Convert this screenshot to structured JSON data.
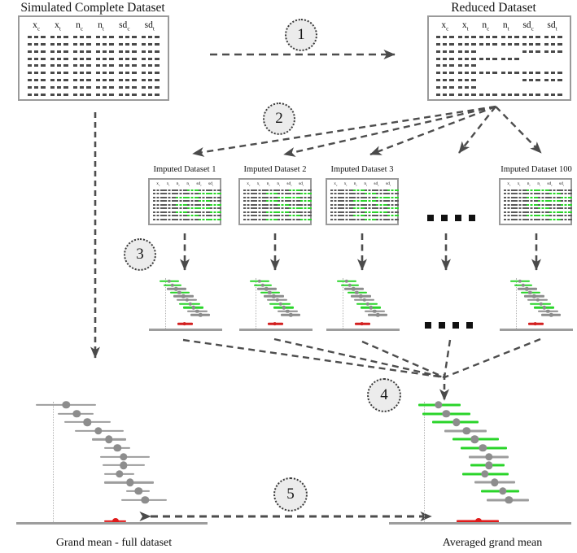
{
  "figure": {
    "type": "flowchart-diagram",
    "description": "Multiple imputation meta-analysis simulation workflow"
  },
  "titles": {
    "simulated_complete": "Simulated Complete Dataset",
    "reduced": "Reduced Dataset",
    "imputed_1": "Imputed Dataset 1",
    "imputed_2": "Imputed Dataset 2",
    "imputed_3": "Imputed Dataset 3",
    "imputed_100": "Imputed Dataset 100",
    "grand_mean_full": "Grand mean - full dataset",
    "averaged_grand_mean": "Averaged grand mean"
  },
  "steps": {
    "s1": "1",
    "s2": "2",
    "s3": "3",
    "s4": "4",
    "s5": "5"
  },
  "table_headers": {
    "columns": [
      "x",
      "x",
      "n",
      "n",
      "sd",
      "sd"
    ],
    "subscripts": [
      "c",
      "t",
      "c",
      "t",
      "c",
      "t"
    ],
    "labels": [
      "xc",
      "xt",
      "nc",
      "nt",
      "sdc",
      "sdt"
    ]
  },
  "colors": {
    "imputed_green": "#2ad42a",
    "observed_gray": "#8d8d8d",
    "summary_red": "#e01b1b",
    "dash_arrow": "#4d4d4d",
    "table_border": "#9a9a9a",
    "circle_fill": "#ececec",
    "baseline": "#9d9d9d"
  },
  "ellipsis": {
    "dots": 4,
    "glyph": "square"
  },
  "tables": {
    "complete_rows": 9,
    "complete_missing": [],
    "reduced_rows": 9,
    "reduced_missing": [
      [
        false,
        false,
        false,
        false,
        false,
        false
      ],
      [
        false,
        false,
        false,
        false,
        false,
        false
      ],
      [
        false,
        false,
        true,
        true,
        false,
        false
      ],
      [
        false,
        false,
        false,
        false,
        true,
        true
      ],
      [
        false,
        false,
        true,
        true,
        true,
        true
      ],
      [
        false,
        false,
        false,
        false,
        false,
        false
      ],
      [
        false,
        false,
        true,
        true,
        false,
        false
      ],
      [
        false,
        false,
        true,
        true,
        true,
        true
      ],
      [
        false,
        false,
        false,
        false,
        false,
        false
      ]
    ],
    "imputed_rows": 9,
    "imputed_cols": 6
  },
  "chart_data": [
    {
      "type": "forest",
      "name": "imputed-forest-small",
      "n_studies": 10,
      "summary": {
        "label": "pooled",
        "color": "#d32020",
        "marker": "square"
      },
      "rows": [
        {
          "effect": 0.1,
          "lo": -0.12,
          "hi": 0.34,
          "ci_color": "#2ad42a"
        },
        {
          "effect": 0.18,
          "lo": -0.04,
          "hi": 0.4,
          "ci_color": "#2ad42a"
        },
        {
          "effect": 0.26,
          "lo": 0.04,
          "hi": 0.5,
          "ci_color": "#8d8d8d"
        },
        {
          "effect": 0.34,
          "lo": 0.12,
          "hi": 0.58,
          "ci_color": "#2ad42a"
        },
        {
          "effect": 0.44,
          "lo": 0.2,
          "hi": 0.68,
          "ci_color": "#8d8d8d"
        },
        {
          "effect": 0.52,
          "lo": 0.28,
          "hi": 0.76,
          "ci_color": "#8d8d8d"
        },
        {
          "effect": 0.6,
          "lo": 0.34,
          "hi": 0.84,
          "ci_color": "#2ad42a"
        },
        {
          "effect": 0.68,
          "lo": 0.44,
          "hi": 0.92,
          "ci_color": "#2ad42a"
        },
        {
          "effect": 0.76,
          "lo": 0.52,
          "hi": 1.0,
          "ci_color": "#8d8d8d"
        },
        {
          "effect": 0.84,
          "lo": 0.6,
          "hi": 1.06,
          "ci_color": "#8d8d8d"
        }
      ],
      "summary_row": {
        "effect": 0.46,
        "lo": 0.3,
        "hi": 0.66
      }
    },
    {
      "type": "forest",
      "name": "grand-mean-full-dataset",
      "title": "Grand mean - full dataset",
      "n_studies": 12,
      "rows": [
        {
          "effect": 0.12,
          "lo": -0.16,
          "hi": 0.4,
          "ci_color": "#9d9d9d"
        },
        {
          "effect": 0.22,
          "lo": 0.04,
          "hi": 0.38,
          "ci_color": "#9d9d9d"
        },
        {
          "effect": 0.32,
          "lo": 0.1,
          "hi": 0.54,
          "ci_color": "#9d9d9d"
        },
        {
          "effect": 0.42,
          "lo": 0.2,
          "hi": 0.66,
          "ci_color": "#9d9d9d"
        },
        {
          "effect": 0.52,
          "lo": 0.36,
          "hi": 0.68,
          "ci_color": "#9d9d9d"
        },
        {
          "effect": 0.6,
          "lo": 0.48,
          "hi": 0.72,
          "ci_color": "#9d9d9d"
        },
        {
          "effect": 0.66,
          "lo": 0.44,
          "hi": 0.9,
          "ci_color": "#9d9d9d"
        },
        {
          "effect": 0.66,
          "lo": 0.46,
          "hi": 0.86,
          "ci_color": "#9d9d9d"
        },
        {
          "effect": 0.62,
          "lo": 0.48,
          "hi": 0.76,
          "ci_color": "#9d9d9d"
        },
        {
          "effect": 0.72,
          "lo": 0.48,
          "hi": 0.94,
          "ci_color": "#9d9d9d"
        },
        {
          "effect": 0.8,
          "lo": 0.68,
          "hi": 0.9,
          "ci_color": "#9d9d9d"
        },
        {
          "effect": 0.86,
          "lo": 0.64,
          "hi": 1.06,
          "ci_color": "#9d9d9d"
        }
      ],
      "summary_row": {
        "effect": 0.58,
        "lo": 0.48,
        "hi": 0.68,
        "color": "#e01b1b"
      }
    },
    {
      "type": "forest",
      "name": "averaged-grand-mean",
      "title": "Averaged grand mean",
      "n_studies": 12,
      "rows": [
        {
          "effect": 0.14,
          "lo": -0.06,
          "hi": 0.36,
          "ci_color": "#2ad42a"
        },
        {
          "effect": 0.22,
          "lo": -0.02,
          "hi": 0.46,
          "ci_color": "#2ad42a"
        },
        {
          "effect": 0.32,
          "lo": 0.08,
          "hi": 0.54,
          "ci_color": "#2ad42a"
        },
        {
          "effect": 0.42,
          "lo": 0.2,
          "hi": 0.62,
          "ci_color": "#9d9d9d"
        },
        {
          "effect": 0.5,
          "lo": 0.28,
          "hi": 0.74,
          "ci_color": "#2ad42a"
        },
        {
          "effect": 0.58,
          "lo": 0.36,
          "hi": 0.82,
          "ci_color": "#2ad42a"
        },
        {
          "effect": 0.64,
          "lo": 0.44,
          "hi": 0.84,
          "ci_color": "#9d9d9d"
        },
        {
          "effect": 0.64,
          "lo": 0.46,
          "hi": 0.8,
          "ci_color": "#2ad42a"
        },
        {
          "effect": 0.6,
          "lo": 0.38,
          "hi": 0.84,
          "ci_color": "#2ad42a"
        },
        {
          "effect": 0.7,
          "lo": 0.5,
          "hi": 0.9,
          "ci_color": "#9d9d9d"
        },
        {
          "effect": 0.78,
          "lo": 0.56,
          "hi": 0.94,
          "ci_color": "#2ad42a"
        },
        {
          "effect": 0.84,
          "lo": 0.62,
          "hi": 1.04,
          "ci_color": "#9d9d9d"
        }
      ],
      "summary_row": {
        "effect": 0.54,
        "lo": 0.32,
        "hi": 0.74,
        "color": "#e01b1b"
      }
    }
  ]
}
